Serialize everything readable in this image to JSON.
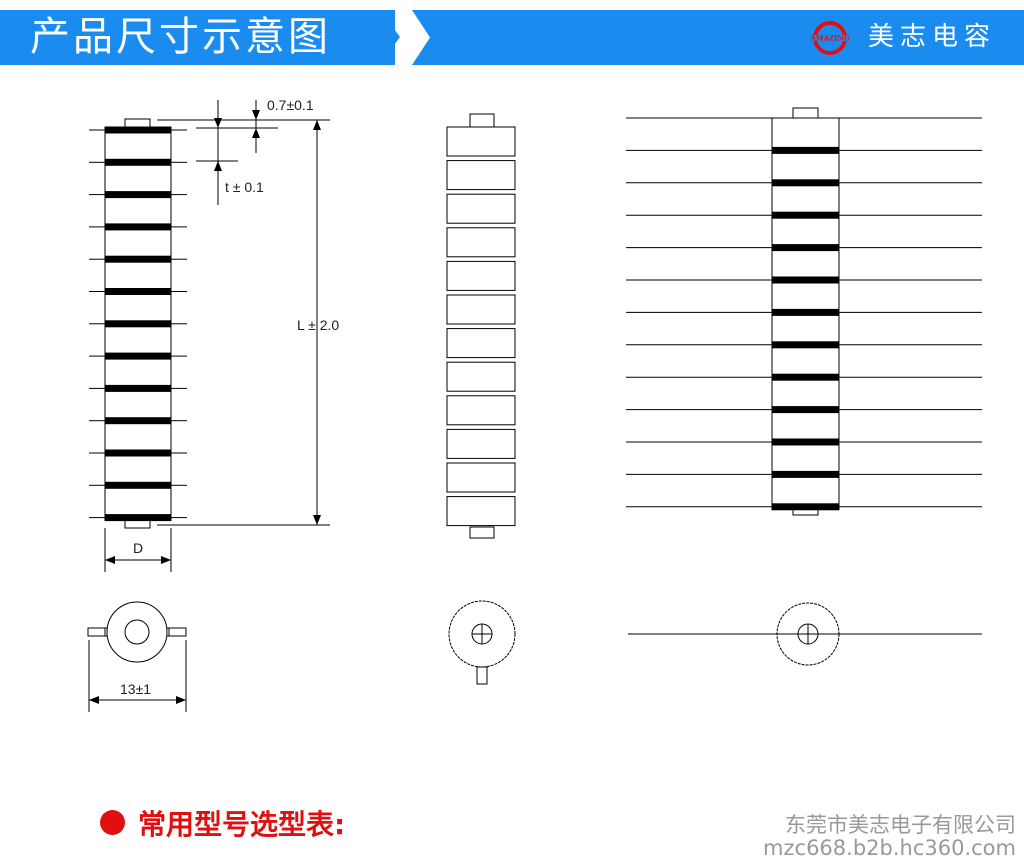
{
  "header": {
    "title": "产品尺寸示意图",
    "brand": "美志电容",
    "logo_text": "AMAZING",
    "accent": "#1a8cf0"
  },
  "dimensions": {
    "top_tab": "0.7±0.1",
    "thickness": "t ± 0.1",
    "length": "L ± 2.0",
    "diameter": "D",
    "lead_width": "13±1"
  },
  "footer": {
    "section_title": "常用型号选型表:",
    "company": "东莞市美志电子有限公司",
    "website": "mzc668.b2b.hc360.com",
    "section_color": "#e01010"
  }
}
